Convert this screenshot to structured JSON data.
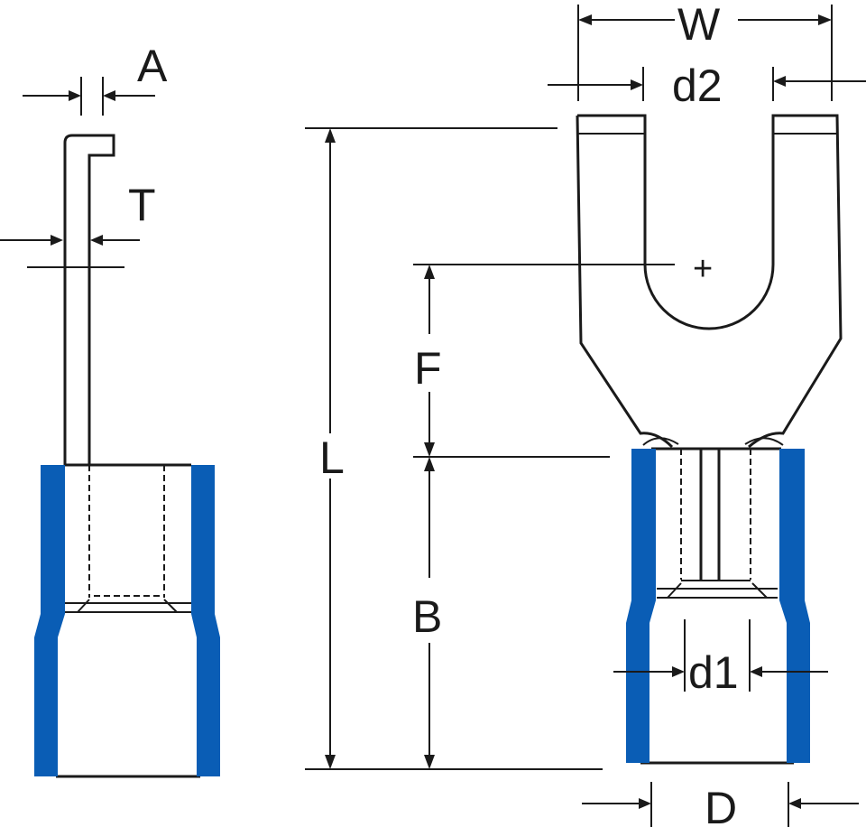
{
  "diagram": {
    "colors": {
      "line": "#1a1a1a",
      "insulation": "#0a5db5",
      "background": "#ffffff"
    },
    "labels": {
      "A": "A",
      "T": "T",
      "W": "W",
      "d2": "d2",
      "L": "L",
      "F": "F",
      "B": "B",
      "d1": "d1",
      "D": "D",
      "center_mark": "+"
    }
  }
}
